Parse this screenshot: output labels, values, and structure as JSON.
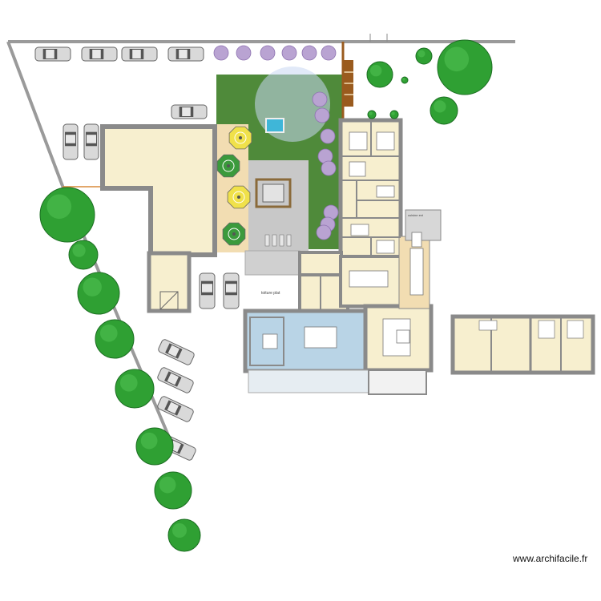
{
  "plan": {
    "label_covered_roof": "toiture plat",
    "label_outdoor_kitchen": "cuisine ext",
    "watermark": "www.archifacile.fr"
  },
  "colors": {
    "wall": "#8a8a8a",
    "room_floor": "#f7efcf",
    "grass": "#4f8a3a",
    "terrace": "#c8c8c8",
    "wood_deck": "#f2ddb2",
    "pool": "#3fb6d8",
    "tree": "#2fa033",
    "lavender": "#b9a3d2",
    "umbrella_yellow": "#f0e14a",
    "umbrella_green": "#3b9a3c",
    "car": "#d9d9d9",
    "deck_brown": "#9a5b1e",
    "bathroom_blue": "#b9d4e6"
  },
  "icons": [
    "tree-icon",
    "car-icon",
    "umbrella-icon",
    "lavender-bush-icon",
    "pool-icon"
  ]
}
